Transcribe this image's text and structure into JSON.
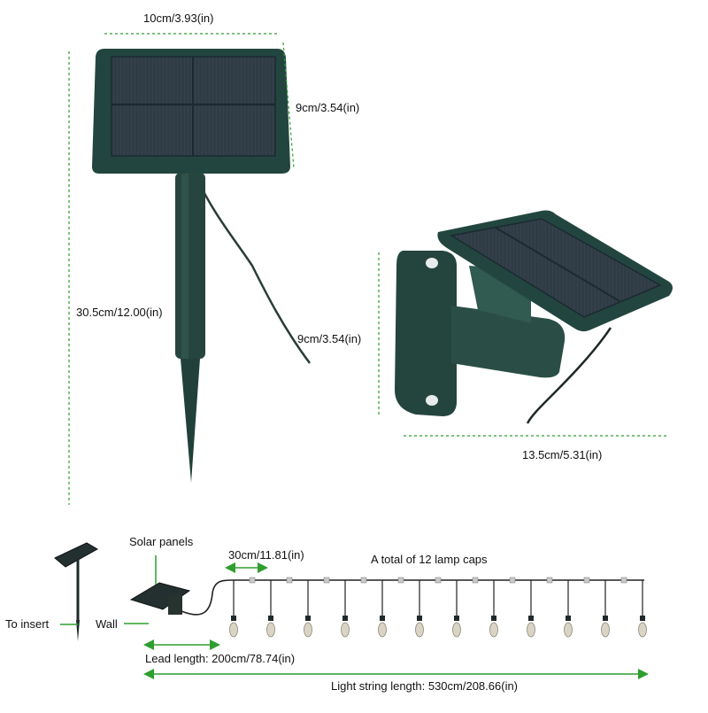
{
  "dimensions": {
    "stake_panel_width": "10cm/3.93(in)",
    "stake_panel_height": "9cm/3.54(in)",
    "stake_total_height": "30.5cm/12.00(in)",
    "wall_panel_height": "9cm/3.54(in)",
    "wall_panel_width": "13.5cm/5.31(in)"
  },
  "bottom": {
    "solar_panels_label": "Solar panels",
    "spacing_label": "30cm/11.81(in)",
    "lamp_caps_label": "A total of 12 lamp caps",
    "to_insert_label": "To insert",
    "wall_label": "Wall",
    "lead_length_label": "Lead length: 200cm/78.74(in)",
    "string_length_label": "Light string length: 530cm/208.66(in)",
    "lamp_count": 12
  },
  "colors": {
    "dimension_line": "#2e9e2e",
    "panel_frame": "#22463f",
    "panel_cell": "#2b3842",
    "lamp": "#d9d4c4"
  }
}
